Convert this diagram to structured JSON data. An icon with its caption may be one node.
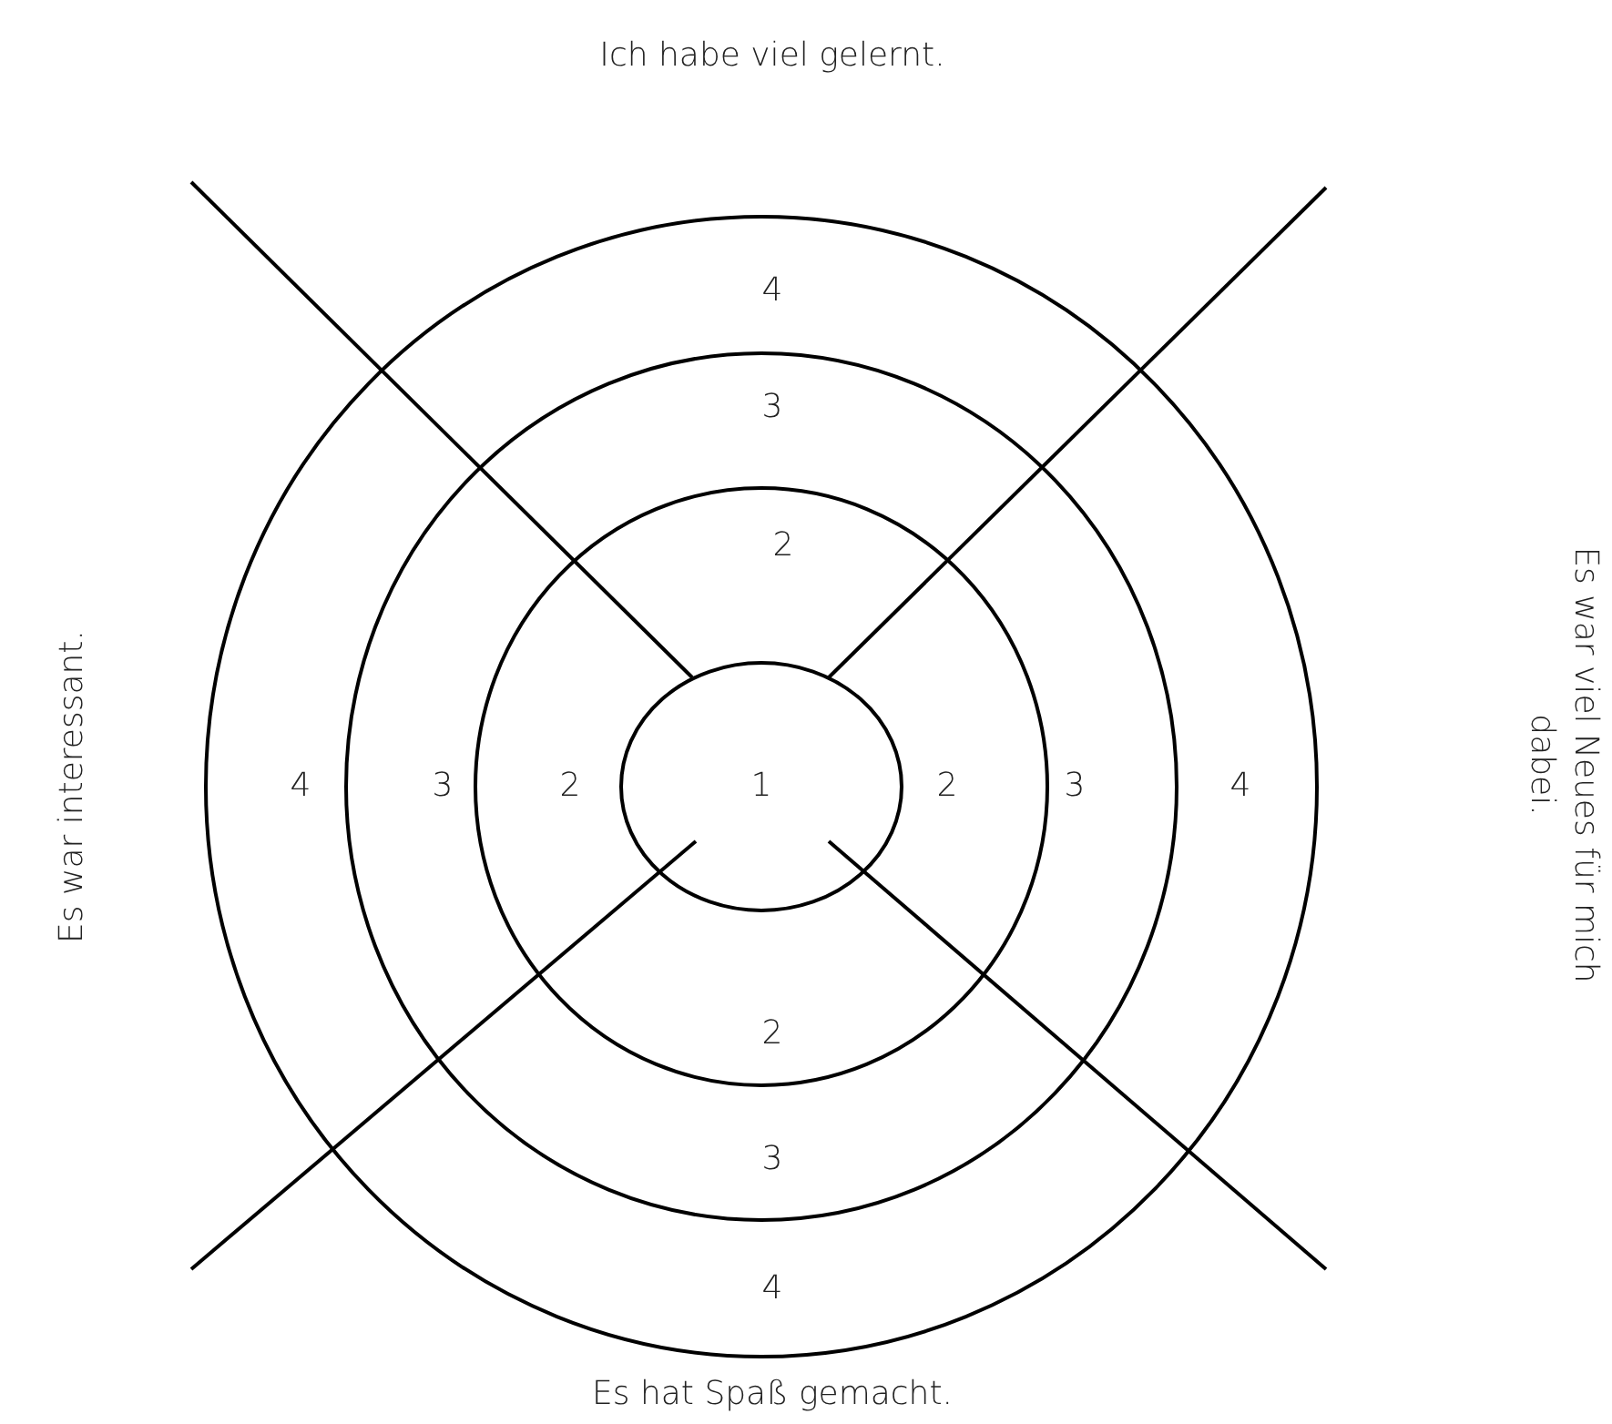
{
  "diagram": {
    "labels": [
      "Ich habe viel gelernt.",
      "4",
      "3",
      "2",
      "Es war interessant.",
      "4",
      "3",
      "2",
      "1",
      "2",
      "3",
      "4",
      "Es war viel Neues für mich dabei.",
      "2",
      "3",
      "4",
      "Es hat Spaß gemacht."
    ]
  }
}
